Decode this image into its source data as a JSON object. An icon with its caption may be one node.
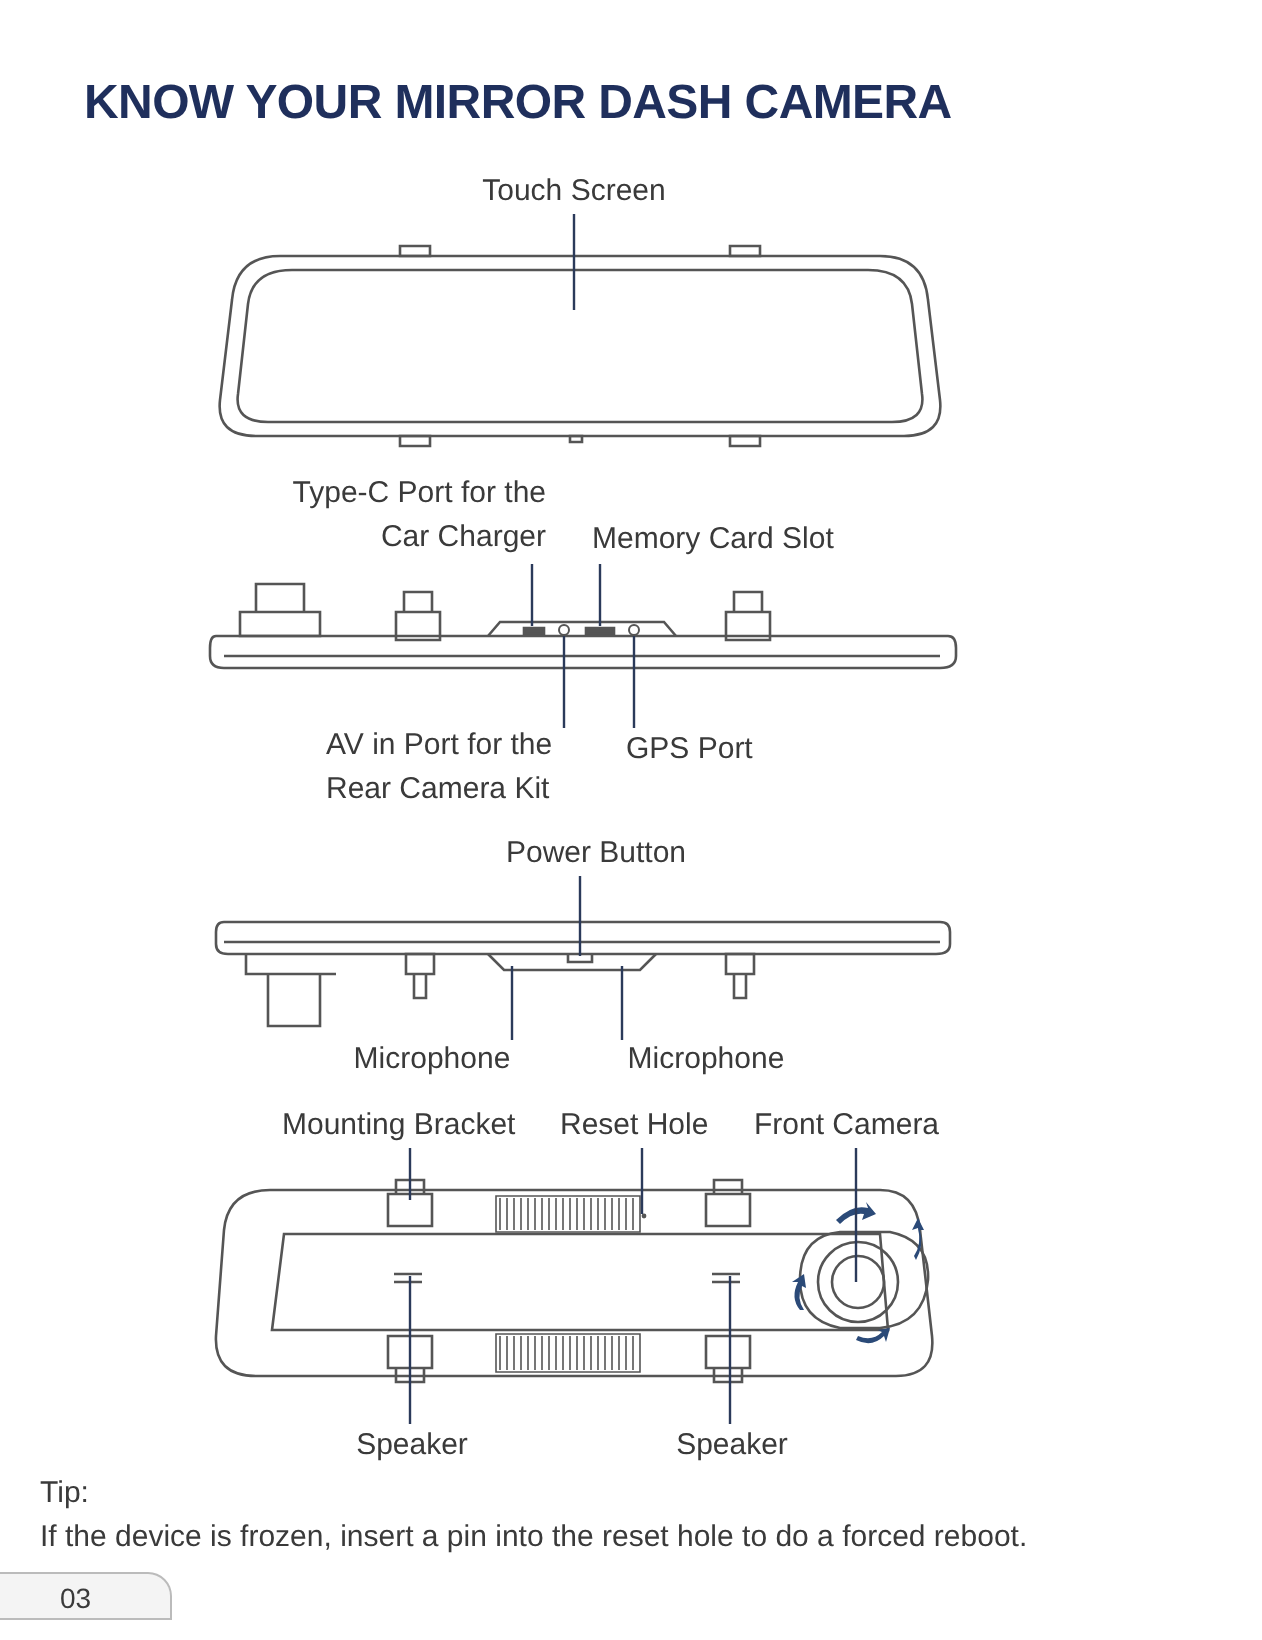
{
  "diagram": {
    "title": "KNOW YOUR MIRROR DASH CAMERA",
    "nodes": [
      {
        "text": [
          "Touch Screen"
        ]
      },
      {
        "text": [
          "Type-C Port for the Car Charger"
        ]
      },
      {
        "text": [
          "Memory Card Slot"
        ]
      },
      {
        "text": [
          "AV in Port for the Rear Camera Kit"
        ]
      },
      {
        "text": [
          "GPS Port"
        ]
      },
      {
        "text": [
          "Power Button"
        ]
      },
      {
        "text": [
          "Microphone"
        ]
      },
      {
        "text": [
          "Microphone"
        ]
      },
      {
        "text": [
          "Mounting Bracket"
        ]
      },
      {
        "text": [
          "Reset Hole"
        ]
      },
      {
        "text": [
          "Front Camera"
        ]
      },
      {
        "text": [
          "Speaker"
        ]
      },
      {
        "text": [
          "Speaker"
        ]
      }
    ],
    "edges": [
      {
        "from": 0,
        "to": null,
        "arrow": "none"
      },
      {
        "from": 1,
        "to": null,
        "arrow": "none"
      },
      {
        "from": 2,
        "to": null,
        "arrow": "none"
      },
      {
        "from": 3,
        "to": null,
        "arrow": "none"
      },
      {
        "from": 4,
        "to": null,
        "arrow": "none"
      },
      {
        "from": 5,
        "to": null,
        "arrow": "none"
      },
      {
        "from": 6,
        "to": null,
        "arrow": "none"
      },
      {
        "from": 7,
        "to": null,
        "arrow": "none"
      },
      {
        "from": 8,
        "to": null,
        "arrow": "none"
      },
      {
        "from": 9,
        "to": null,
        "arrow": "none"
      },
      {
        "from": 10,
        "to": null,
        "arrow": "none"
      },
      {
        "from": 11,
        "to": null,
        "arrow": "none"
      },
      {
        "from": 12,
        "to": null,
        "arrow": "none"
      }
    ],
    "labels": [
      "Tip:",
      "If the device is frozen, insert a pin into the reset hole to do a forced reboot.",
      "03"
    ]
  }
}
